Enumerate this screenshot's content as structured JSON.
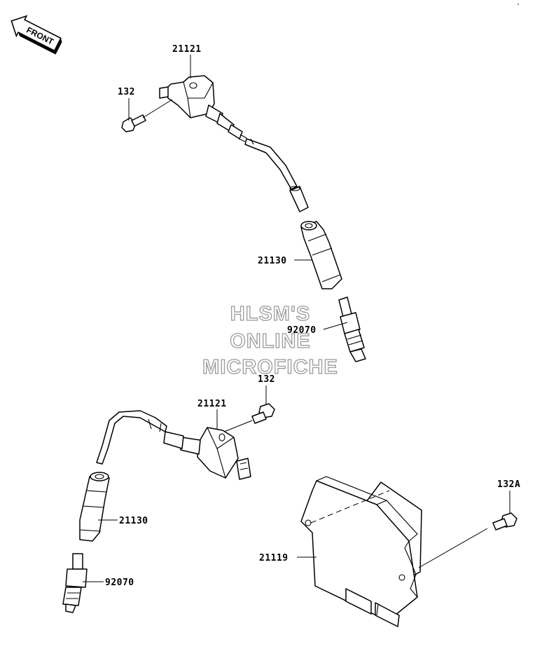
{
  "front_arrow": {
    "text": "FRONT"
  },
  "watermark": {
    "line1": "HLSM'S",
    "line2": "ONLINE",
    "line3": "MICROFICHE"
  },
  "callouts": {
    "coil_top": "21121",
    "bolt_top": "132",
    "cap_top": "21130",
    "plug_top": "92070",
    "bolt_mid": "132",
    "coil_mid": "21121",
    "cap_bottom": "21130",
    "plug_bottom": "92070",
    "bolt_right": "132A",
    "ecu": "21119"
  }
}
